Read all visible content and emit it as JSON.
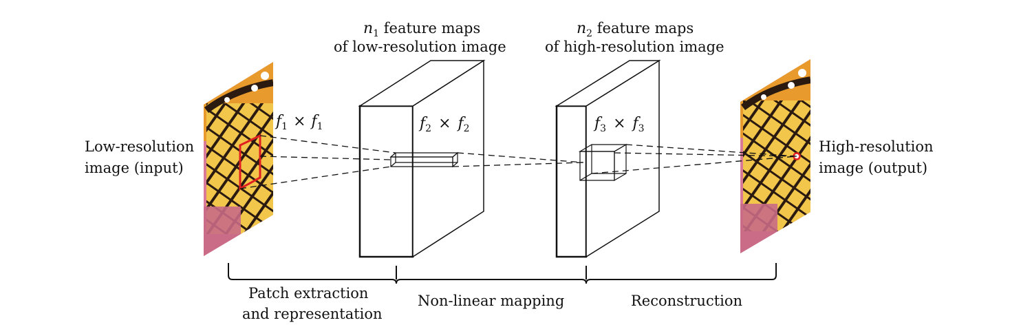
{
  "input_label": {
    "line1": "Low-resolution",
    "line2": "image (input)"
  },
  "output_label": {
    "line1": "High-resolution",
    "line2": "image (output)"
  },
  "n1_label": {
    "var": "n",
    "sub": "1",
    "rest": " feature maps",
    "line2": "of low-resolution image"
  },
  "n2_label": {
    "var": "n",
    "sub": "2",
    "rest": " feature maps",
    "line2": "of high-resolution image"
  },
  "filter1": {
    "a": "f",
    "a_sub": "1",
    "times": "×",
    "b": "f",
    "b_sub": "1"
  },
  "filter2": {
    "a": "f",
    "a_sub": "2",
    "times": "×",
    "b": "f",
    "b_sub": "2"
  },
  "filter3": {
    "a": "f",
    "a_sub": "3",
    "times": "×",
    "b": "f",
    "b_sub": "3"
  },
  "stages": {
    "patch": {
      "line1": "Patch extraction",
      "line2": "and representation"
    },
    "nonlinear": "Non-linear mapping",
    "reconstruction": "Reconstruction"
  },
  "colors": {
    "ink": "#111111",
    "patch": "#e02020",
    "wing_orange": "#e89a2c",
    "wing_yellow": "#f2c64a",
    "vein": "#2a1a10",
    "pink": "#d97a98"
  }
}
